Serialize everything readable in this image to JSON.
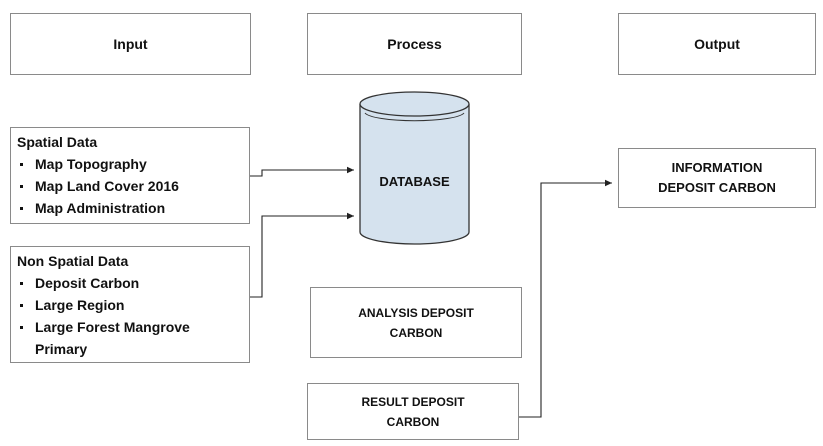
{
  "headers": {
    "input": "Input",
    "process": "Process",
    "output": "Output"
  },
  "spatial": {
    "title": "Spatial Data",
    "items": [
      "Map Topography",
      "Map Land Cover 2016",
      "Map Administration"
    ]
  },
  "non_spatial": {
    "title": "Non Spatial Data",
    "items": [
      "Deposit Carbon",
      "Large Region",
      "Large Forest Mangrove Primary"
    ]
  },
  "database": {
    "label": "DATABASE"
  },
  "analysis": {
    "line1": "ANALYSIS DEPOSIT",
    "line2": "CARBON"
  },
  "result": {
    "line1": "RESULT DEPOSIT",
    "line2": "CARBON"
  },
  "information": {
    "line1": "INFORMATION",
    "line2": "DEPOSIT CARBON"
  }
}
